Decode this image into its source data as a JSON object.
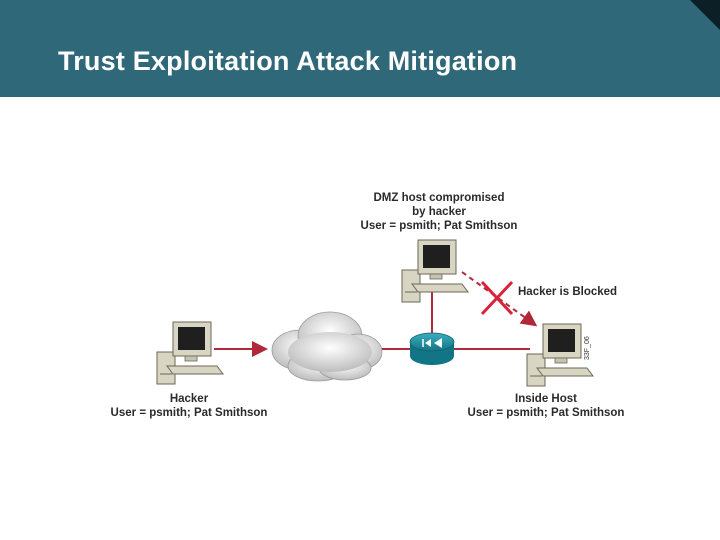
{
  "title": "Trust Exploitation Attack Mitigation",
  "dmz_host": {
    "line1": "DMZ host compromised",
    "line2": "by hacker",
    "line3": "User = psmith; Pat Smithson"
  },
  "hacker": {
    "line1": "Hacker",
    "line2": "User = psmith; Pat Smithson"
  },
  "inside_host": {
    "line1": "Inside Host",
    "line2": "User = psmith; Pat Smithson"
  },
  "blocked_label": "Hacker is Blocked",
  "figure_code": "33F_06",
  "colors": {
    "header": "#2f6878",
    "link": "#b1283a",
    "router": "#1b8ea0",
    "block_x": "#d8233a",
    "computer": "#d9d5c3"
  }
}
